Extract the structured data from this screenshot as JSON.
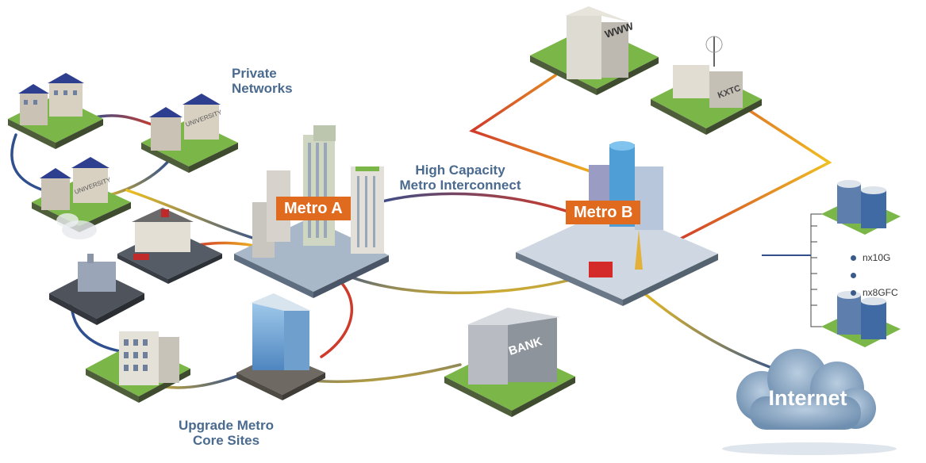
{
  "labels": {
    "private_networks": [
      "Private",
      "Networks"
    ],
    "high_capacity": [
      "High Capacity",
      "Metro Interconnect"
    ],
    "upgrade_metro": [
      "Upgrade Metro",
      "Core Sites"
    ],
    "metro_a": "Metro A",
    "metro_b": "Metro B",
    "internet": "Internet"
  },
  "bullets": [
    "nx10G",
    "nx8GFC"
  ],
  "signs": {
    "www": "WWW",
    "kxtc": "KXTC",
    "bank": "BANK",
    "university": "UNIVERSITY"
  },
  "colors": {
    "badge": "#e06a1e",
    "label_text": "#4a6a8f",
    "grass": "#7ab648",
    "link_blue": "#2f4f8f",
    "link_red": "#d03a2a",
    "link_yellow": "#f0c020",
    "cloud": "#8fa9c4"
  }
}
